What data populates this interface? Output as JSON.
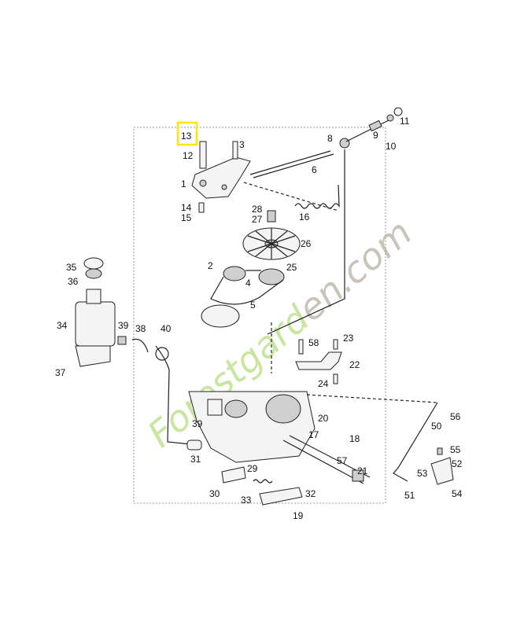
{
  "watermark": {
    "text": "Forestgarden.com",
    "green": "#c8e6a0",
    "gray": "#c9c4b8"
  },
  "highlight": {
    "part": "13",
    "color": "#ffe600"
  },
  "parts": [
    "1",
    "2",
    "3",
    "4",
    "5",
    "6",
    "8",
    "9",
    "10",
    "11",
    "12",
    "13",
    "14",
    "15",
    "16",
    "17",
    "18",
    "19",
    "20",
    "21",
    "22",
    "23",
    "24",
    "25",
    "26",
    "27",
    "28",
    "29",
    "30",
    "31",
    "32",
    "33",
    "34",
    "35",
    "36",
    "37",
    "38",
    "39",
    "40",
    "50",
    "51",
    "52",
    "53",
    "54",
    "55",
    "56",
    "57",
    "58"
  ]
}
